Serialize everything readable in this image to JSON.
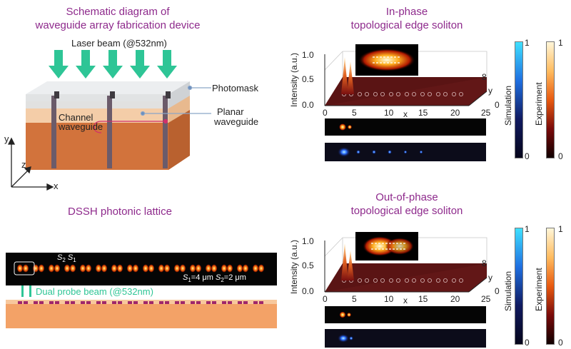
{
  "colors": {
    "title": "#8e2a8c",
    "arrow": "#2ec596",
    "photomask": "#dfe1e3",
    "waveguide_light": "#f4cda8",
    "substrate": "#d9804a",
    "channel": "#6b5b6a",
    "lattice_bg": "#050505",
    "bead": "#ff7a1a",
    "probe": "#2ec596",
    "bottom_sub": "#f3a267",
    "bottom_top": "#f7c89d",
    "mark": "#a0276a"
  },
  "fab": {
    "title_line1": "Schematic diagram of",
    "title_line2": "waveguide array fabrication device",
    "laser": "Laser beam (@532nm)",
    "photomask": "Photomask",
    "channel_line1": "Channel",
    "channel_line2": "waveguide",
    "planar_line1": "Planar",
    "planar_line2": "waveguide",
    "axis_y": "y",
    "axis_z": "z",
    "axis_x": "x"
  },
  "lattice": {
    "title": "DSSH photonic lattice",
    "s2": "S",
    "s2_sub": "2",
    "s1": "S",
    "s1_sub": "1",
    "spacing_text": "=4 μm",
    "spacing_text2": "=2 μm",
    "probe": "Dual probe beam (@532nm)"
  },
  "panels": [
    {
      "title_line1": "In-phase",
      "title_line2": "topological edge soliton",
      "ylabel": "Intensity (a.u.)",
      "xlabel": "x",
      "yaxis": "y",
      "zticks": [
        "1.0",
        "0.5",
        "0.0"
      ],
      "xticks": [
        "0",
        "5",
        "10",
        "15",
        "20",
        "25"
      ],
      "ytick_top": "8",
      "ytick_bottom": "0"
    },
    {
      "title_line1": "Out-of-phase",
      "title_line2": "topological edge soliton",
      "ylabel": "Intensity (a.u.)",
      "xlabel": "x",
      "yaxis": "y",
      "zticks": [
        "1.0",
        "0.5",
        "0.0"
      ],
      "xticks": [
        "0",
        "5",
        "10",
        "15",
        "20",
        "25"
      ],
      "ytick_top": "8",
      "ytick_bottom": "0"
    }
  ],
  "colorbars": {
    "sim_label": "Simulation",
    "exp_label": "Experiment",
    "top": "1",
    "bottom": "0"
  }
}
